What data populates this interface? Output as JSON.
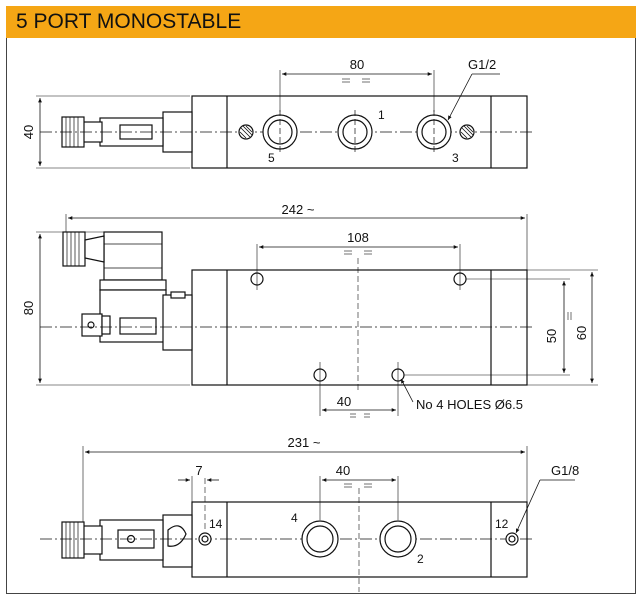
{
  "header": {
    "title": "5 PORT MONOSTABLE"
  },
  "top_view": {
    "dim_ports_spacing": "80",
    "dim_height": "40",
    "thread_label": "G1/2",
    "port_labels": [
      "5",
      "1",
      "3"
    ]
  },
  "front_view": {
    "dim_overall_length": "242 ~",
    "dim_hole_spacing_top": "108",
    "dim_height": "80",
    "dim_hole_spacing_vertical": "50",
    "dim_body_height": "60",
    "dim_hole_spacing_bottom": "40",
    "holes_note": "No 4 HOLES Ø6.5"
  },
  "bottom_view": {
    "dim_overall_length": "231 ~",
    "dim_pilot_offset": "7",
    "dim_ports_spacing": "40",
    "thread_label": "G1/8",
    "port_labels": [
      "14",
      "4",
      "2",
      "12"
    ]
  }
}
